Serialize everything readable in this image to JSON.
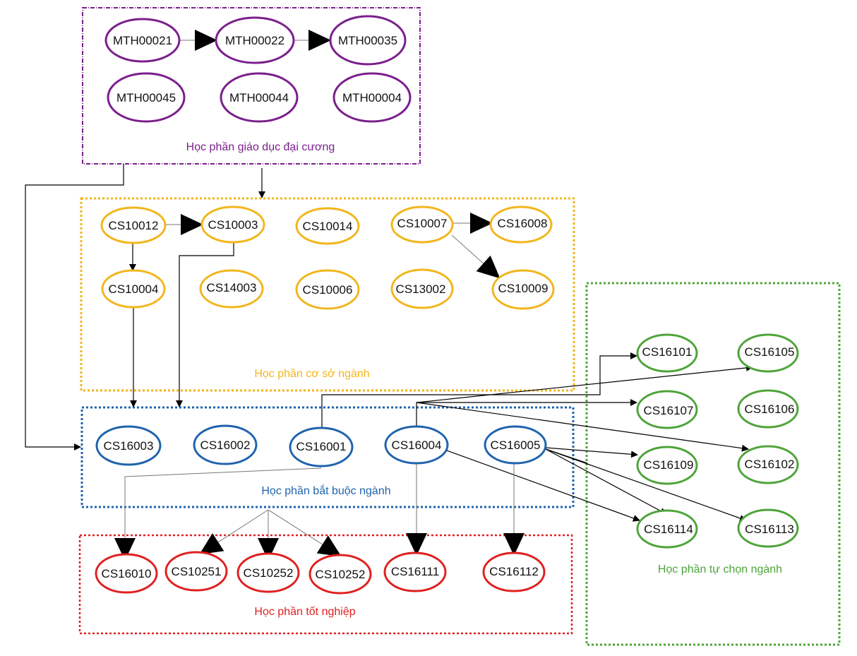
{
  "groups": [
    {
      "id": "general",
      "label": "Học phần giáo dục đại cương",
      "color": "#7b1f8c",
      "style": "dashdot"
    },
    {
      "id": "foundation",
      "label": "Học phần cơ sở ngành",
      "color": "#f2b61c",
      "style": "dotted"
    },
    {
      "id": "required",
      "label": "Học phần bắt buộc ngành",
      "color": "#1f63ad",
      "style": "dotted"
    },
    {
      "id": "graduation",
      "label": "Học phần tốt nghiệp",
      "color": "#e02020",
      "style": "dotted"
    },
    {
      "id": "elective",
      "label": "Học phần tự chọn ngành",
      "color": "#4ea43a",
      "style": "dotted"
    }
  ],
  "nodes": [
    {
      "id": "MTH00021",
      "label": "MTH00021",
      "group": "general"
    },
    {
      "id": "MTH00022",
      "label": "MTH00022",
      "group": "general"
    },
    {
      "id": "MTH00035",
      "label": "MTH00035",
      "group": "general"
    },
    {
      "id": "MTH00045",
      "label": "MTH00045",
      "group": "general"
    },
    {
      "id": "MTH00044",
      "label": "MTH00044",
      "group": "general"
    },
    {
      "id": "MTH00004",
      "label": "MTH00004",
      "group": "general"
    },
    {
      "id": "CS10012",
      "label": "CS10012",
      "group": "foundation"
    },
    {
      "id": "CS10003",
      "label": "CS10003",
      "group": "foundation"
    },
    {
      "id": "CS10014",
      "label": "CS10014",
      "group": "foundation"
    },
    {
      "id": "CS10007",
      "label": "CS10007",
      "group": "foundation"
    },
    {
      "id": "CS16008",
      "label": "CS16008",
      "group": "foundation"
    },
    {
      "id": "CS10004",
      "label": "CS10004",
      "group": "foundation"
    },
    {
      "id": "CS14003",
      "label": "CS14003",
      "group": "foundation"
    },
    {
      "id": "CS10006",
      "label": "CS10006",
      "group": "foundation"
    },
    {
      "id": "CS13002",
      "label": "CS13002",
      "group": "foundation"
    },
    {
      "id": "CS10009",
      "label": "CS10009",
      "group": "foundation"
    },
    {
      "id": "CS16003",
      "label": "CS16003",
      "group": "required"
    },
    {
      "id": "CS16002",
      "label": "CS16002",
      "group": "required"
    },
    {
      "id": "CS16001",
      "label": "CS16001",
      "group": "required"
    },
    {
      "id": "CS16004",
      "label": "CS16004",
      "group": "required"
    },
    {
      "id": "CS16005",
      "label": "CS16005",
      "group": "required"
    },
    {
      "id": "CS16010",
      "label": "CS16010",
      "group": "graduation"
    },
    {
      "id": "CS10251",
      "label": "CS10251",
      "group": "graduation"
    },
    {
      "id": "CS10252a",
      "label": "CS10252",
      "group": "graduation"
    },
    {
      "id": "CS10252b",
      "label": "CS10252",
      "group": "graduation"
    },
    {
      "id": "CS16111",
      "label": "CS16111",
      "group": "graduation"
    },
    {
      "id": "CS16112",
      "label": "CS16112",
      "group": "graduation"
    },
    {
      "id": "CS16101",
      "label": "CS16101",
      "group": "elective"
    },
    {
      "id": "CS16105",
      "label": "CS16105",
      "group": "elective"
    },
    {
      "id": "CS16107",
      "label": "CS16107",
      "group": "elective"
    },
    {
      "id": "CS16106",
      "label": "CS16106",
      "group": "elective"
    },
    {
      "id": "CS16109",
      "label": "CS16109",
      "group": "elective"
    },
    {
      "id": "CS16102",
      "label": "CS16102",
      "group": "elective"
    },
    {
      "id": "CS16114",
      "label": "CS16114",
      "group": "elective"
    },
    {
      "id": "CS16113",
      "label": "CS16113",
      "group": "elective"
    }
  ],
  "edges": [
    {
      "from": "MTH00021",
      "to": "MTH00022"
    },
    {
      "from": "MTH00022",
      "to": "MTH00035"
    },
    {
      "from": "general",
      "to": "foundation"
    },
    {
      "from": "general",
      "to": "required"
    },
    {
      "from": "CS10012",
      "to": "CS10003"
    },
    {
      "from": "CS10012",
      "to": "CS10004"
    },
    {
      "from": "CS10007",
      "to": "CS16008"
    },
    {
      "from": "CS10007",
      "to": "CS10009"
    },
    {
      "from": "CS10004",
      "to": "required"
    },
    {
      "from": "CS10003",
      "to": "required"
    },
    {
      "from": "CS16001",
      "to": "CS16101"
    },
    {
      "from": "CS16004",
      "to": "CS16105"
    },
    {
      "from": "CS16004",
      "to": "CS16107"
    },
    {
      "from": "CS16004",
      "to": "CS16102"
    },
    {
      "from": "CS16004",
      "to": "CS16114"
    },
    {
      "from": "CS16005",
      "to": "CS16109"
    },
    {
      "from": "CS16005",
      "to": "CS16114"
    },
    {
      "from": "CS16005",
      "to": "CS16113"
    },
    {
      "from": "CS16001",
      "to": "CS16010"
    },
    {
      "from": "required",
      "to": "CS10251"
    },
    {
      "from": "required",
      "to": "CS10252a"
    },
    {
      "from": "required",
      "to": "CS10252b"
    },
    {
      "from": "CS16004",
      "to": "CS16111"
    },
    {
      "from": "CS16005",
      "to": "CS16112"
    }
  ]
}
